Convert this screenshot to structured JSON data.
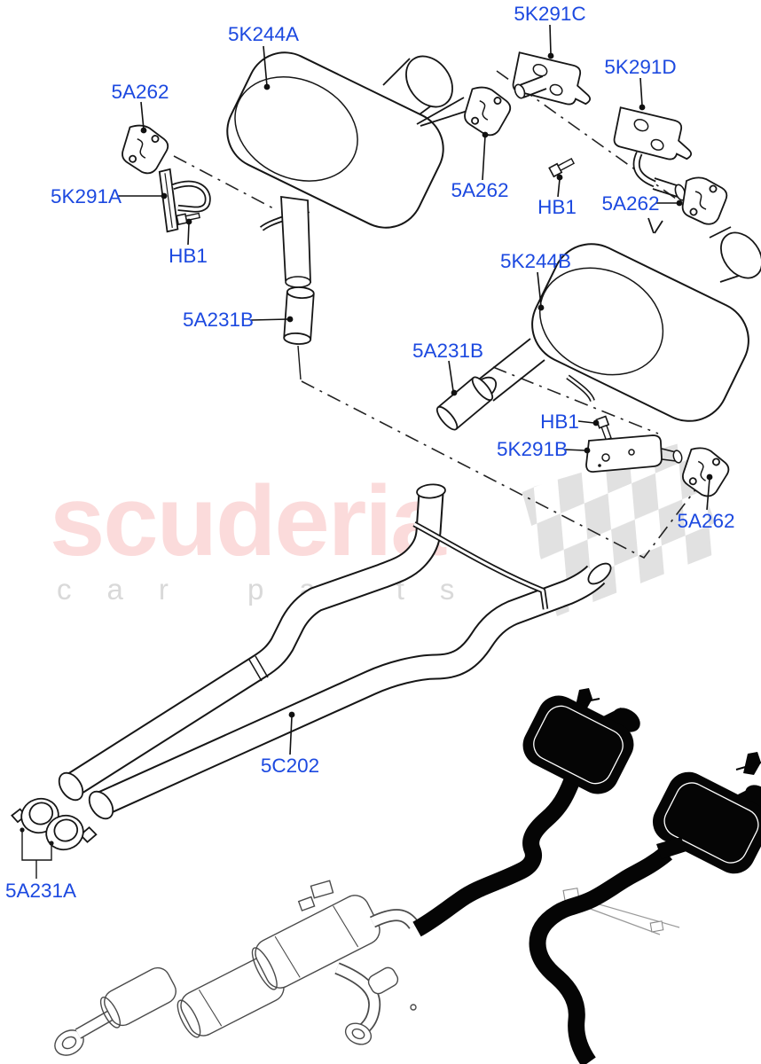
{
  "watermark": {
    "brand": "scuderia",
    "subtitle": "car parts"
  },
  "colors": {
    "callout_blue": "#1c49e0",
    "watermark_pink": "#fbdbdb",
    "watermark_gray": "#d9d9d9",
    "flag_gray": "#dedede",
    "line_dark": "#161616"
  },
  "callouts": [
    {
      "part": "5K244A"
    },
    {
      "part": "5A262"
    },
    {
      "part": "5K291A"
    },
    {
      "part": "HB1"
    },
    {
      "part": "5K291C"
    },
    {
      "part": "5K291D"
    },
    {
      "part": "5A262"
    },
    {
      "part": "HB1"
    },
    {
      "part": "5A262"
    },
    {
      "part": "5K244B"
    },
    {
      "part": "5A231B"
    },
    {
      "part": "5A231B"
    },
    {
      "part": "HB1"
    },
    {
      "part": "5K291B"
    },
    {
      "part": "5A262"
    },
    {
      "part": "5C202"
    },
    {
      "part": "5A231A"
    }
  ]
}
